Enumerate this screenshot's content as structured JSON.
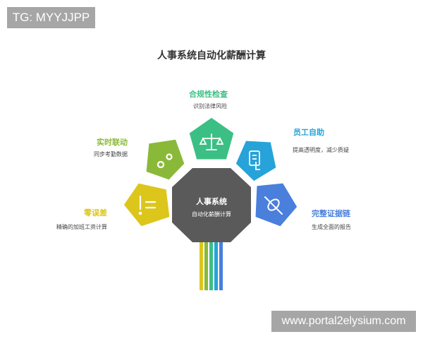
{
  "watermark_top_left": "TG: MYYJJPP",
  "watermark_bottom_right": "www.portal2elysium.com",
  "title": "人事系统自动化薪酬计算",
  "center": {
    "title": "人事系统",
    "subtitle": "自动化薪酬计算",
    "color": "#5a5a5a"
  },
  "nodes": [
    {
      "id": "compliance",
      "title": "合规性检查",
      "subtitle": "识别法律风险",
      "color": "#3cbf84",
      "icon": "scale-icon"
    },
    {
      "id": "realtime",
      "title": "实时联动",
      "subtitle": "同步考勤数据",
      "color": "#8ab93a",
      "icon": "gears-icon"
    },
    {
      "id": "self-service",
      "title": "员工自助",
      "subtitle": "提高透明度，减少质疑",
      "color": "#27a3d9",
      "icon": "touch-panel-icon"
    },
    {
      "id": "zero-error",
      "title": "零误差",
      "subtitle": "精确的加班工资计算",
      "color": "#dcc61c",
      "icon": "not-equal-icon"
    },
    {
      "id": "evidence",
      "title": "完整证据链",
      "subtitle": "生成全面的报告",
      "color": "#4a7fdc",
      "icon": "unlink-icon"
    }
  ],
  "stripes": [
    "#dcc61c",
    "#8ab93a",
    "#3cbf84",
    "#27a3d9",
    "#4a7fdc"
  ]
}
